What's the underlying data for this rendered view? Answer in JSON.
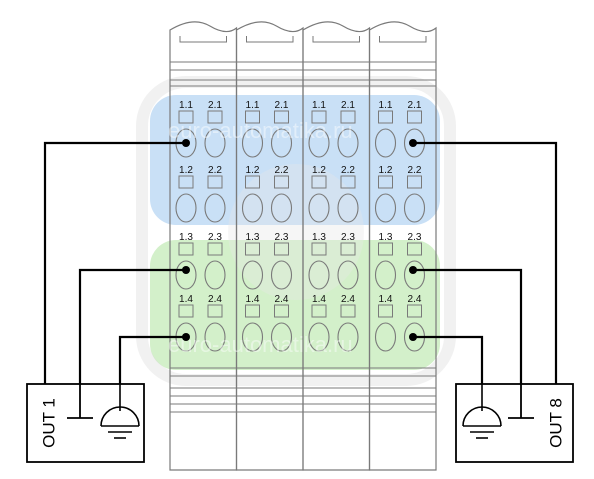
{
  "watermark": {
    "text": "euro-automatika.ru"
  },
  "colors": {
    "upper_band": "#9cc7ee",
    "lower_band": "#aee39e",
    "wire": "#000000",
    "outline": "#7a7a7a"
  },
  "modules": [
    {
      "rows": [
        [
          "1.1",
          "2.1"
        ],
        [
          "1.2",
          "2.2"
        ],
        [
          "1.3",
          "2.3"
        ],
        [
          "1.4",
          "2.4"
        ]
      ]
    },
    {
      "rows": [
        [
          "1.1",
          "2.1"
        ],
        [
          "1.2",
          "2.2"
        ],
        [
          "1.3",
          "2.3"
        ],
        [
          "1.4",
          "2.4"
        ]
      ]
    },
    {
      "rows": [
        [
          "1.1",
          "2.1"
        ],
        [
          "1.2",
          "2.2"
        ],
        [
          "1.3",
          "2.3"
        ],
        [
          "1.4",
          "2.4"
        ]
      ]
    },
    {
      "rows": [
        [
          "1.1",
          "2.1"
        ],
        [
          "1.2",
          "2.2"
        ],
        [
          "1.3",
          "2.3"
        ],
        [
          "1.4",
          "2.4"
        ]
      ]
    }
  ],
  "devices": {
    "left": {
      "label": "OUT 1"
    },
    "right": {
      "label": "OUT 8"
    }
  },
  "connections": [
    {
      "terminal": "1.1",
      "module": 1,
      "device": "OUT 1",
      "pin": "signal"
    },
    {
      "terminal": "1.3",
      "module": 1,
      "device": "OUT 1",
      "pin": "ground"
    },
    {
      "terminal": "1.4",
      "module": 1,
      "device": "OUT 1",
      "pin": "shield"
    },
    {
      "terminal": "2.1",
      "module": 4,
      "device": "OUT 8",
      "pin": "signal"
    },
    {
      "terminal": "2.3",
      "module": 4,
      "device": "OUT 8",
      "pin": "ground"
    },
    {
      "terminal": "2.4",
      "module": 4,
      "device": "OUT 8",
      "pin": "shield"
    }
  ]
}
